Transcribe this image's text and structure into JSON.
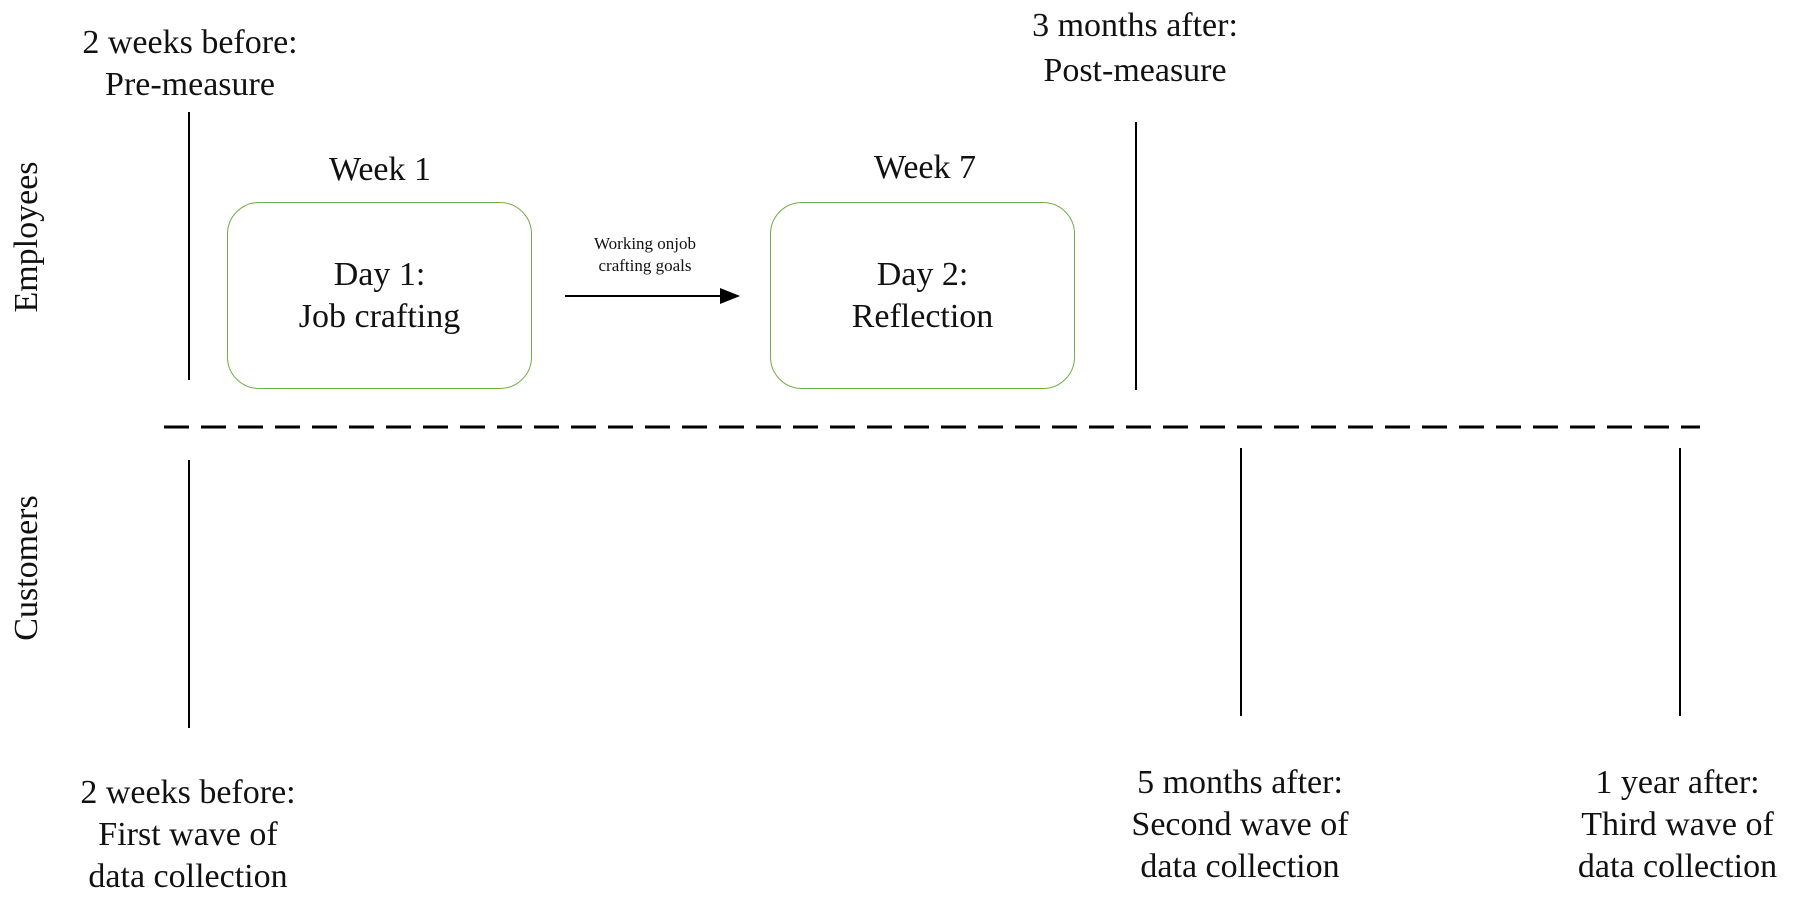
{
  "rows": {
    "employees": "Employees",
    "customers": "Customers"
  },
  "employees_timeline": {
    "pre_measure": {
      "time": "2 weeks before:",
      "label": "Pre-measure"
    },
    "post_measure": {
      "time": "3 months after:",
      "label": "Post-measure"
    },
    "week1": "Week 1",
    "week7": "Week 7",
    "day1": {
      "line1": "Day 1:",
      "line2": "Job crafting"
    },
    "day2": {
      "line1": "Day 2:",
      "line2": "Reflection"
    },
    "arrow_label": {
      "line1": "Working onjob",
      "line2": "crafting goals"
    }
  },
  "customers_timeline": {
    "wave1": {
      "time": "2 weeks before:",
      "line1": "First wave of",
      "line2": "data collection"
    },
    "wave2": {
      "time": "5 months after:",
      "line1": "Second wave of",
      "line2": "data collection"
    },
    "wave3": {
      "time": "1 year after:",
      "line1": "Third wave of",
      "line2": "data collection"
    }
  },
  "colors": {
    "box_border": "#70AD47",
    "lines": "#000000"
  }
}
